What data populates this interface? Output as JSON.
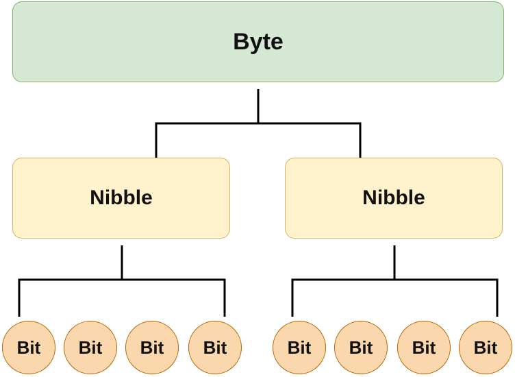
{
  "diagram": {
    "root": {
      "label": "Byte"
    },
    "nibbles": [
      {
        "label": "Nibble",
        "bits": [
          "Bit",
          "Bit",
          "Bit",
          "Bit"
        ]
      },
      {
        "label": "Nibble",
        "bits": [
          "Bit",
          "Bit",
          "Bit",
          "Bit"
        ]
      }
    ]
  },
  "colors": {
    "byte_fill": "#d5e8d4",
    "byte_stroke": "#82b366",
    "nibble_fill": "#fff2cc",
    "nibble_stroke": "#d6b656",
    "bit_fill": "#fad7ac",
    "bit_stroke": "#b46504",
    "connector": "#000000"
  }
}
